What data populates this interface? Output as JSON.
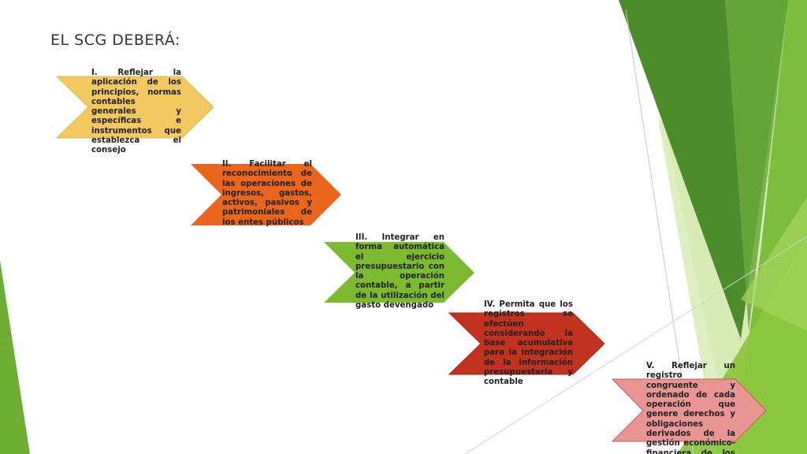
{
  "slide": {
    "title": "EL SCG  DEBERÁ:",
    "colors": {
      "green_dark": "#4e8f2c",
      "green_mid": "#74b33c",
      "green_light": "#a7d26a",
      "chevron_1": "#f2c960",
      "chevron_2": "#e9661c",
      "chevron_3": "#7cba30",
      "chevron_4": "#c3311f",
      "chevron_5": "#e89593"
    },
    "items": [
      {
        "text": "I. Reflejar la aplicación de los principios, normas contables generales y específicas e instrumentos que establezca el consejo"
      },
      {
        "text": "II. Facilitar el reconocimiento de las operaciones de ingresos, gastos, activos, pasivos y patrimoniales de los entes públicos"
      },
      {
        "text": "III. Integrar en forma automática el ejercicio presupuestario con la operación contable, a partir de la utilización del gasto devengado"
      },
      {
        "text": "IV. Permita que los registros se efectúen considerando la base acumulativa para la integración de la información presupuestaria y contable"
      },
      {
        "text": "V. Reflejar un registro congruente y ordenado de cada operación que genere derechos y obligaciones derivados de la gestión económico-financiera de los entes públicos"
      }
    ]
  }
}
